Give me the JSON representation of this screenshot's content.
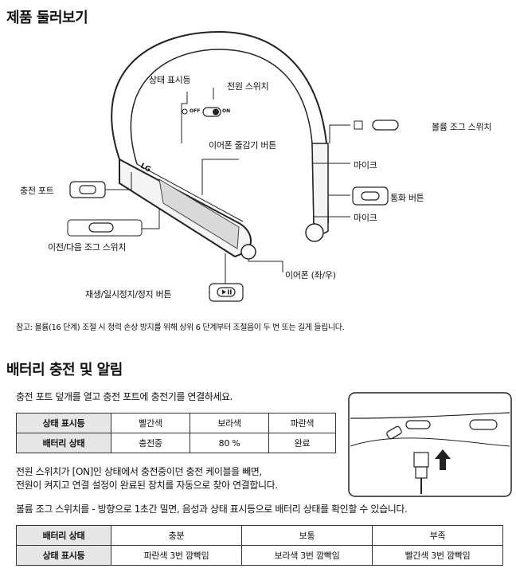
{
  "section1": {
    "title": "제품 둘러보기",
    "labels": {
      "status_indicator": "상태 표시등",
      "power_switch": "전원 스위치",
      "off": "OFF",
      "on": "ON",
      "volume_jog": "볼륨 조그 스위치",
      "earphone_winder": "이어폰 줄감기 버튼",
      "mic_top": "마이크",
      "charging_port": "충전 포트",
      "call_button": "통화 버튼",
      "mic_bottom": "마이크",
      "prev_next_jog": "이전/다음 조그 스위치",
      "earphones": "이어폰 (좌/우)",
      "play_pause_stop": "재생/일시정지/정지 버튼",
      "logo": "LG"
    },
    "note": "참고: 볼륨(16 단계) 조절 시 청력 손상 방지를 위해 상위 6 단계부터 조절음이 두 번 또는 길게 들립니다."
  },
  "section2": {
    "title": "배터리 충전 및 알림",
    "instruction": "충전 포트 덮개를 열고 충전 포트에 충전기를 연결하세요.",
    "table1": {
      "rows": [
        [
          "상태 표시등",
          "빨간색",
          "보라색",
          "파란색"
        ],
        [
          "배터리 상태",
          "충전중",
          "80 %",
          "완료"
        ]
      ]
    },
    "para_line1": "전원 스위치가 [ON]인 상태에서 충전중이던 충전 케이블을 빼면,",
    "para_line2": "전원이 켜지고 연결 설정이 완료된 장치를 자동으로 찾아 연결합니다.",
    "volume_note": "볼륨 조그 스위치를 - 방향으로 1초간 밀면, 음성과 상태 표시등으로 배터리 상태를 확인할 수 있습니다.",
    "table2": {
      "rows": [
        [
          "배터리 상태",
          "충분",
          "보통",
          "부족"
        ],
        [
          "상태 표시등",
          "파란색 3번 깜빡임",
          "보라색 3번 깜빡임",
          "빨간색 3번 깜빡임"
        ]
      ]
    }
  }
}
